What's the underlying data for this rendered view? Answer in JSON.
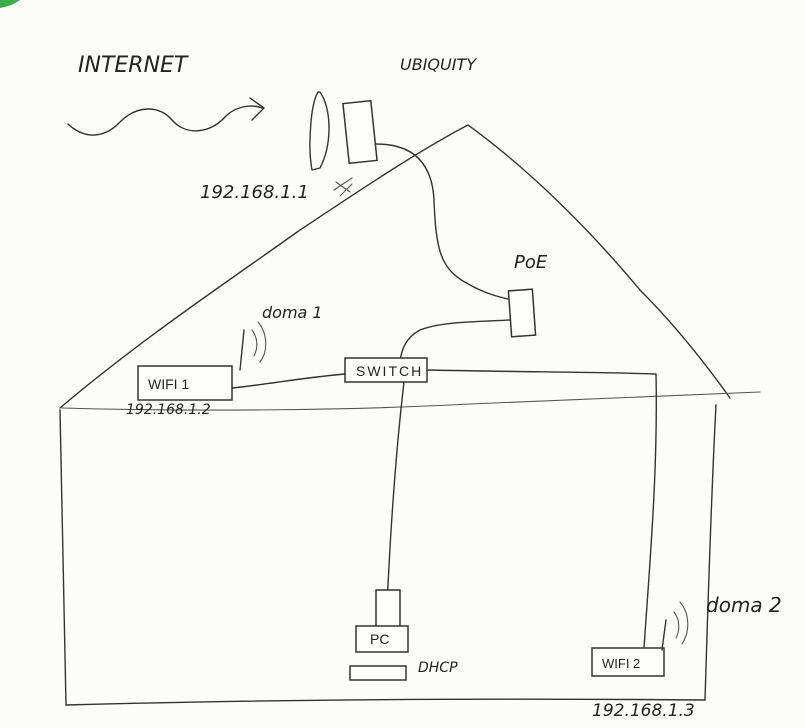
{
  "labels": {
    "internet": "INTERNET",
    "ubiquity": "UBIQUITY",
    "ubiquity_ip": "192.168.1.1",
    "poe": "PoE",
    "switch": "SWITCH",
    "wifi1": "WIFI 1",
    "wifi1_ip": "192.168.1.2",
    "wifi1_ssid": "doma 1",
    "pc": "PC",
    "dhcp": "DHCP",
    "wifi2": "WIFI 2",
    "wifi2_ip": "192.168.1.3",
    "wifi2_ssid": "doma 2"
  },
  "colors": {
    "ink": "#333333",
    "paper": "#fcfcfa",
    "corner_mark": "#3fae4a"
  }
}
